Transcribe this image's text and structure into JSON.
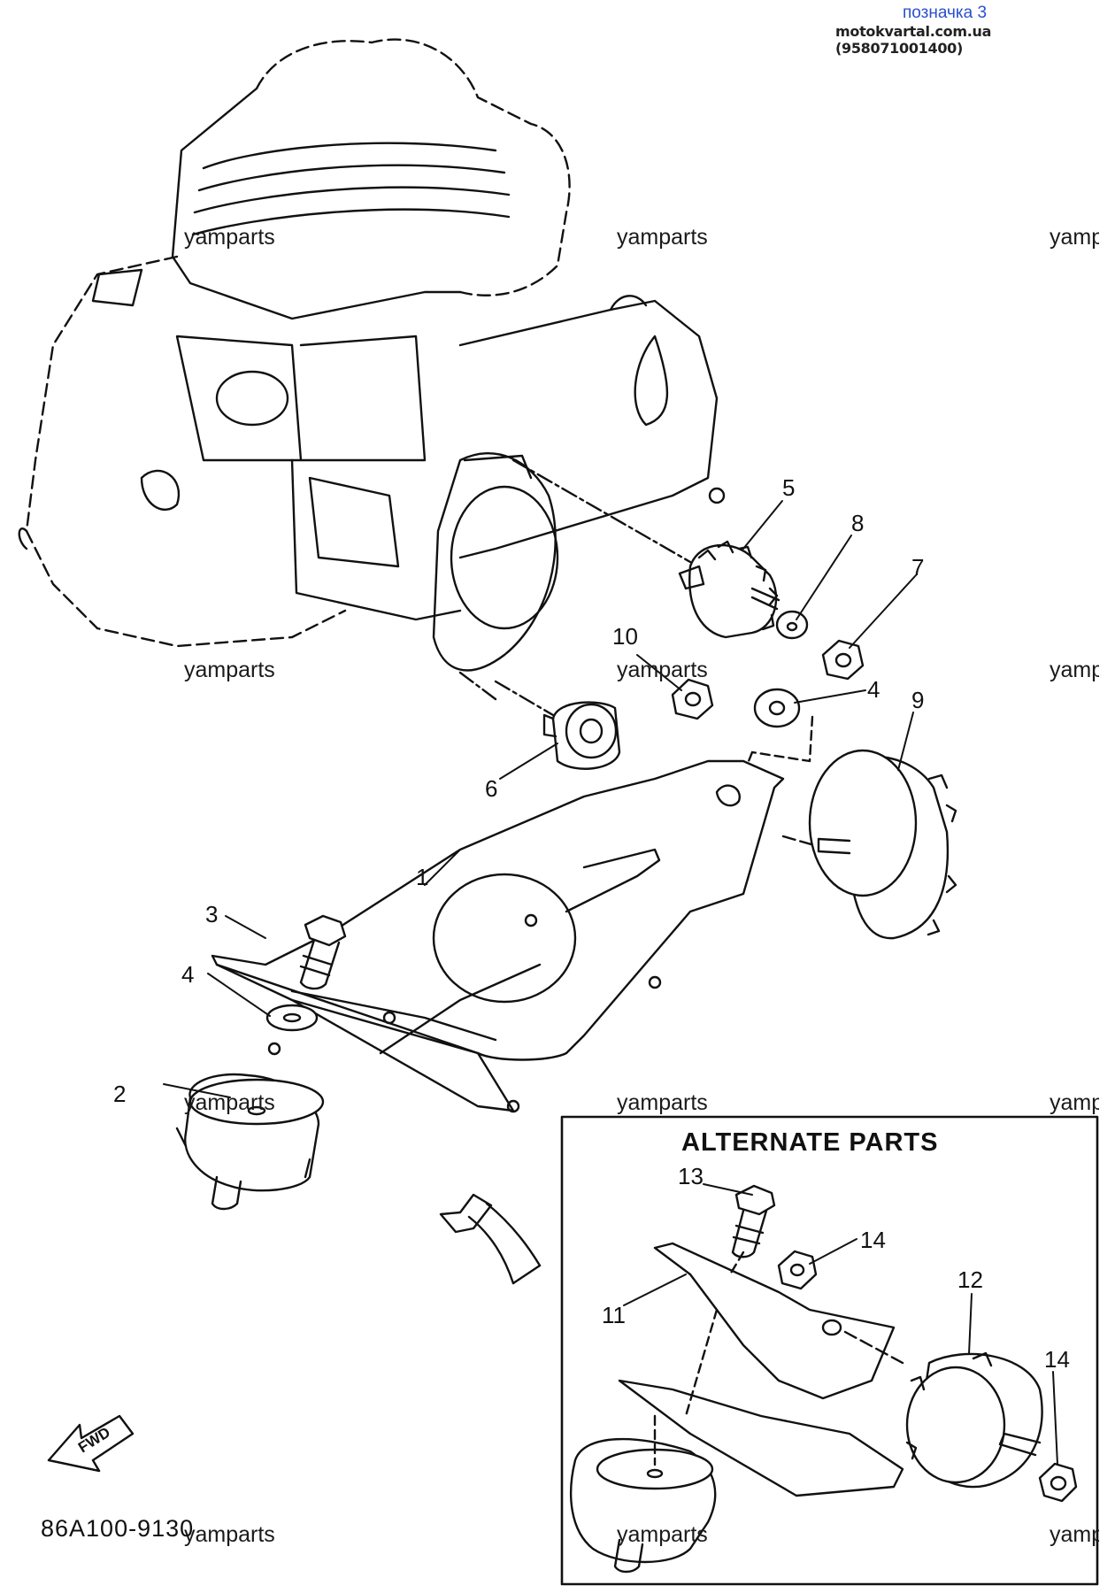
{
  "header": {
    "title": "позначка 3",
    "site": "motokvartal.com.ua (958071001400)"
  },
  "watermark": {
    "text": "yamparts",
    "text_cut": "yamp"
  },
  "figure_code": "86A100-9130",
  "alternate_box": {
    "title": "ALTERNATE PARTS"
  },
  "fwd_arrow": {
    "label": "FWD"
  },
  "callouts": [
    "1",
    "2",
    "3",
    "4",
    "4",
    "5",
    "6",
    "7",
    "8",
    "9",
    "10",
    "11",
    "12",
    "13",
    "14",
    "14"
  ],
  "colors": {
    "ink": "#111111",
    "header_blue": "#2a4fd0",
    "background": "#ffffff"
  }
}
